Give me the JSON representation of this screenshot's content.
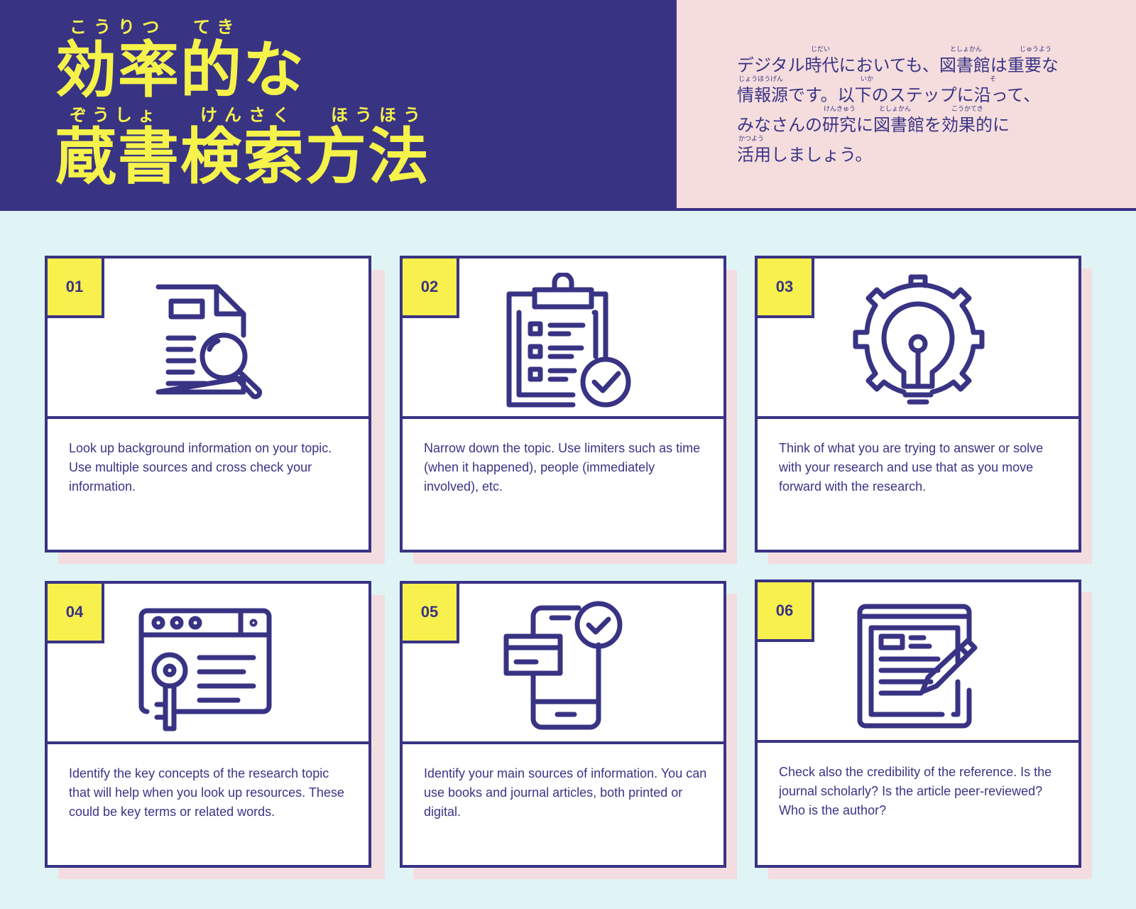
{
  "title": {
    "line1": "効率的な",
    "line2": "蔵書検索方法",
    "ruby1": [
      "こうりつ",
      "てき"
    ],
    "ruby2": [
      "ぞうしょ",
      "けんさく",
      "ほうほう"
    ]
  },
  "intro": {
    "lines": [
      "デジタル時代においても、図書館は重要な",
      "情報源です。以下のステップに沿って、",
      "みなさんの研究に図書館を効果的に",
      "活用しましょう。"
    ],
    "ruby": [
      [
        "じだい",
        "としょかん",
        "じゅうよう"
      ],
      [
        "じょうほうげん",
        "いか",
        "そ"
      ],
      [
        "けんきゅう",
        "としょかん",
        "こうかてき"
      ],
      [
        "かつよう"
      ]
    ]
  },
  "cards": [
    {
      "num": "01",
      "icon": "document-search-icon",
      "text": "Look up background information on your topic. Use multiple sources and cross check your information."
    },
    {
      "num": "02",
      "icon": "clipboard-check-icon",
      "text": "Narrow down the topic. Use limiters such as time (when it happened), people (immediately involved), etc."
    },
    {
      "num": "03",
      "icon": "lightbulb-gear-icon",
      "text": "Think of what you are trying to answer or solve with your research and use that as you move forward with the research."
    },
    {
      "num": "04",
      "icon": "browser-key-icon",
      "text": "Identify the key concepts of the research topic that will help when you look up resources. These could be key terms or related words."
    },
    {
      "num": "05",
      "icon": "mobile-card-check-icon",
      "text": "Identify your main sources of information. You can use books and journal articles, both printed or digital."
    },
    {
      "num": "06",
      "icon": "article-pencil-icon",
      "text": "Check also the credibility of the reference. Is the journal scholarly? Is the article peer-reviewed? Who is the author?"
    }
  ],
  "colors": {
    "navy": "#393384",
    "yellow": "#f5f34a",
    "pink": "#f5dddd",
    "aqua": "#e0f4f6"
  }
}
